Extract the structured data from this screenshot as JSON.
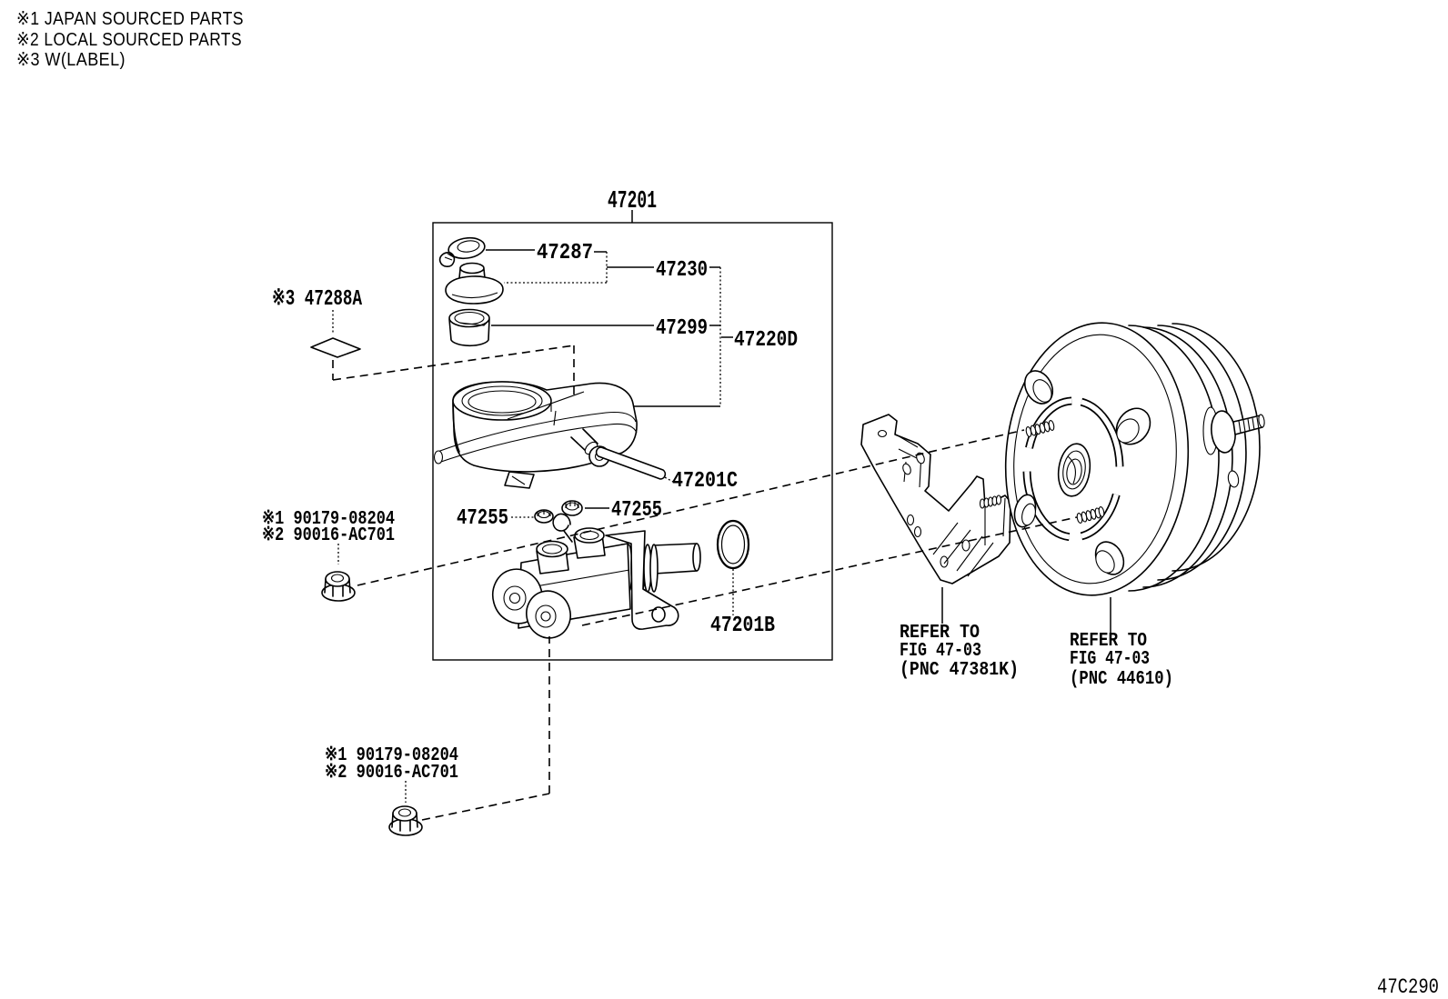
{
  "legend": {
    "items": [
      "※1 JAPAN SOURCED PARTS",
      "※2 LOCAL SOURCED PARTS",
      "※3 W(LABEL)"
    ]
  },
  "figure_code": "47C290",
  "parts": {
    "assembly": "47201",
    "reservoir_seal": "47287",
    "reservoir_cap": "47230",
    "strainer": "47299",
    "cap_sub_assembly": "47220D",
    "caution_label": "※3 47288A",
    "pin": "47201C",
    "grommet": "47255",
    "o_ring": "47201B"
  },
  "hardware": {
    "nut_upper": {
      "line1": "※1 90179-08204",
      "line2": "※2 90016-AC701"
    },
    "nut_lower": {
      "line1": "※1 90179-08204",
      "line2": "※2 90016-AC701"
    }
  },
  "references": {
    "bracket": {
      "line1": "REFER TO",
      "line2": "FIG 47-03",
      "line3": "(PNC 47381K)"
    },
    "booster": {
      "line1": "REFER TO",
      "line2": "FIG 47-03",
      "line3": "(PNC 44610)"
    }
  },
  "colors": {
    "ink": "#000000",
    "paper": "#ffffff"
  }
}
